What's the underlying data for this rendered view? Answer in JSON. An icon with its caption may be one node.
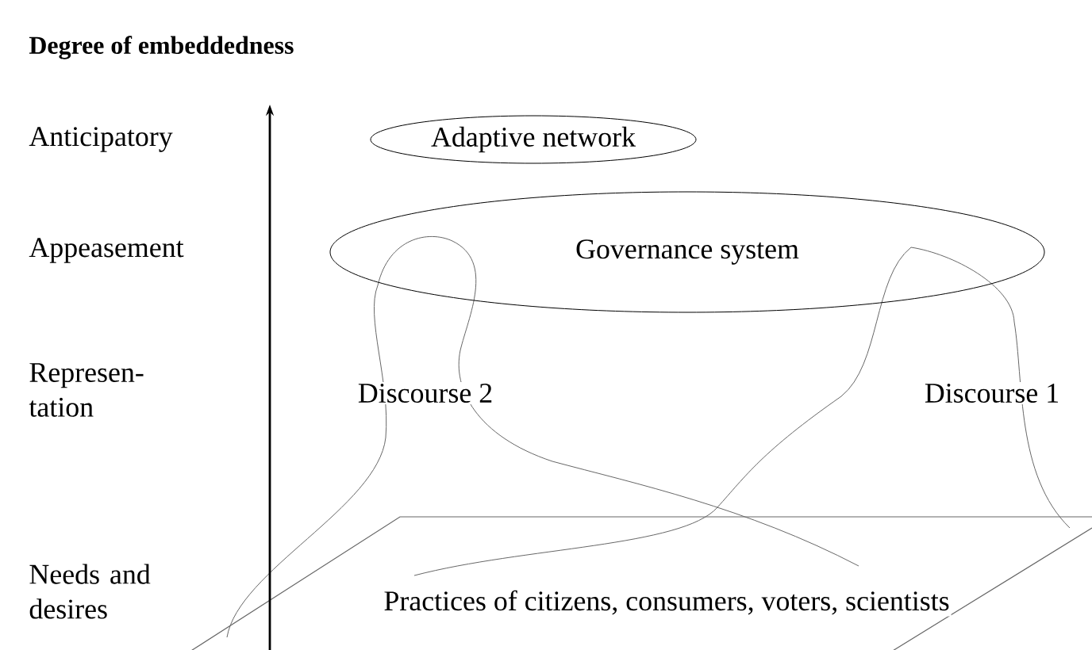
{
  "diagram": {
    "title": "Degree of embeddedness",
    "nodes": [
      {
        "text": [
          "Adaptive network"
        ]
      },
      {
        "text": [
          "Governance system"
        ]
      },
      {
        "text": [
          "Discourse 2"
        ]
      },
      {
        "text": [
          "Discourse 1"
        ]
      },
      {
        "text": [
          "Practices of citizens, consumers, voters, scientists"
        ]
      }
    ],
    "labels": [
      "Anticipatory",
      "Appeasement",
      "Represen- tation",
      "Needs and desires"
    ]
  }
}
